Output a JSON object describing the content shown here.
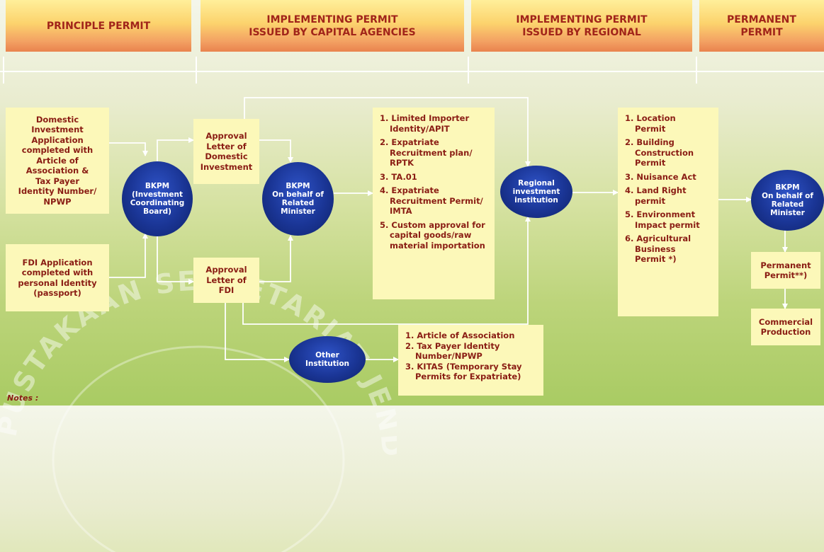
{
  "headers": [
    "PRINCIPLE PERMIT",
    "IMPLEMENTING PERMIT\nISSUED BY CAPITAL AGENCIES",
    "IMPLEMENTING PERMIT\nISSUED BY REGIONAL",
    "PERMANENT\nPERMIT"
  ],
  "boxes": {
    "domestic_application": "Domestic\nInvestment\nApplication\ncompleted with\nArticle of\nAssociation &\nTax Payer\nIdentity Number/\nNPWP",
    "fdi_application": "FDI Application\ncompleted with\npersonal Identity\n(passport)",
    "approval_domestic": "Approval\nLetter of\nDomestic\nInvestment",
    "approval_fdi": "Approval\nLetter of\nFDI",
    "permanent_permit": "Permanent\nPermit**)",
    "commercial_production": "Commercial\nProduction"
  },
  "ovals": {
    "bkpm_board": "BKPM\n(Investment\nCoordinating\nBoard)",
    "bkpm_minister_1": "BKPM\nOn behalf of\nRelated\nMinister",
    "regional_institution": "Regional\ninvestment\ninstitution",
    "other_institution": "Other\nInstitution",
    "bkpm_minister_2": "BKPM\nOn behalf of\nRelated\nMinister"
  },
  "capital_permits": [
    "1. Limited Importer\nIdentity/APIT",
    "2. Expatriate\nRecruitment plan/\nRPTK",
    "3. TA.01",
    "4. Expatriate\nRecruitment Permit/\nIMTA",
    "5. Custom approval for\ncapital goods/raw\nmaterial importation"
  ],
  "regional_permits": [
    "1. Location\nPermit",
    "2. Building\nConstruction\nPermit",
    "3. Nuisance Act",
    "4. Land Right\npermit",
    "5. Environment\nImpact permit",
    "6. Agricultural\nBusiness\nPermit *)"
  ],
  "other_permits": [
    "1. Article of Association",
    "2. Tax Payer Identity\nNumber/NPWP",
    "3. KITAS (Temporary Stay\nPermits for Expatriate)"
  ],
  "notes_label": "Notes :",
  "watermark_text": "PUSTAKAAN SEKRETARIAT JENDERAL",
  "colors": {
    "box_fill": "#fcf8b9",
    "text": "#8a1d14",
    "header_text": "#a1241a",
    "oval_fill": "#1a3595",
    "arrow": "#ffffff"
  }
}
